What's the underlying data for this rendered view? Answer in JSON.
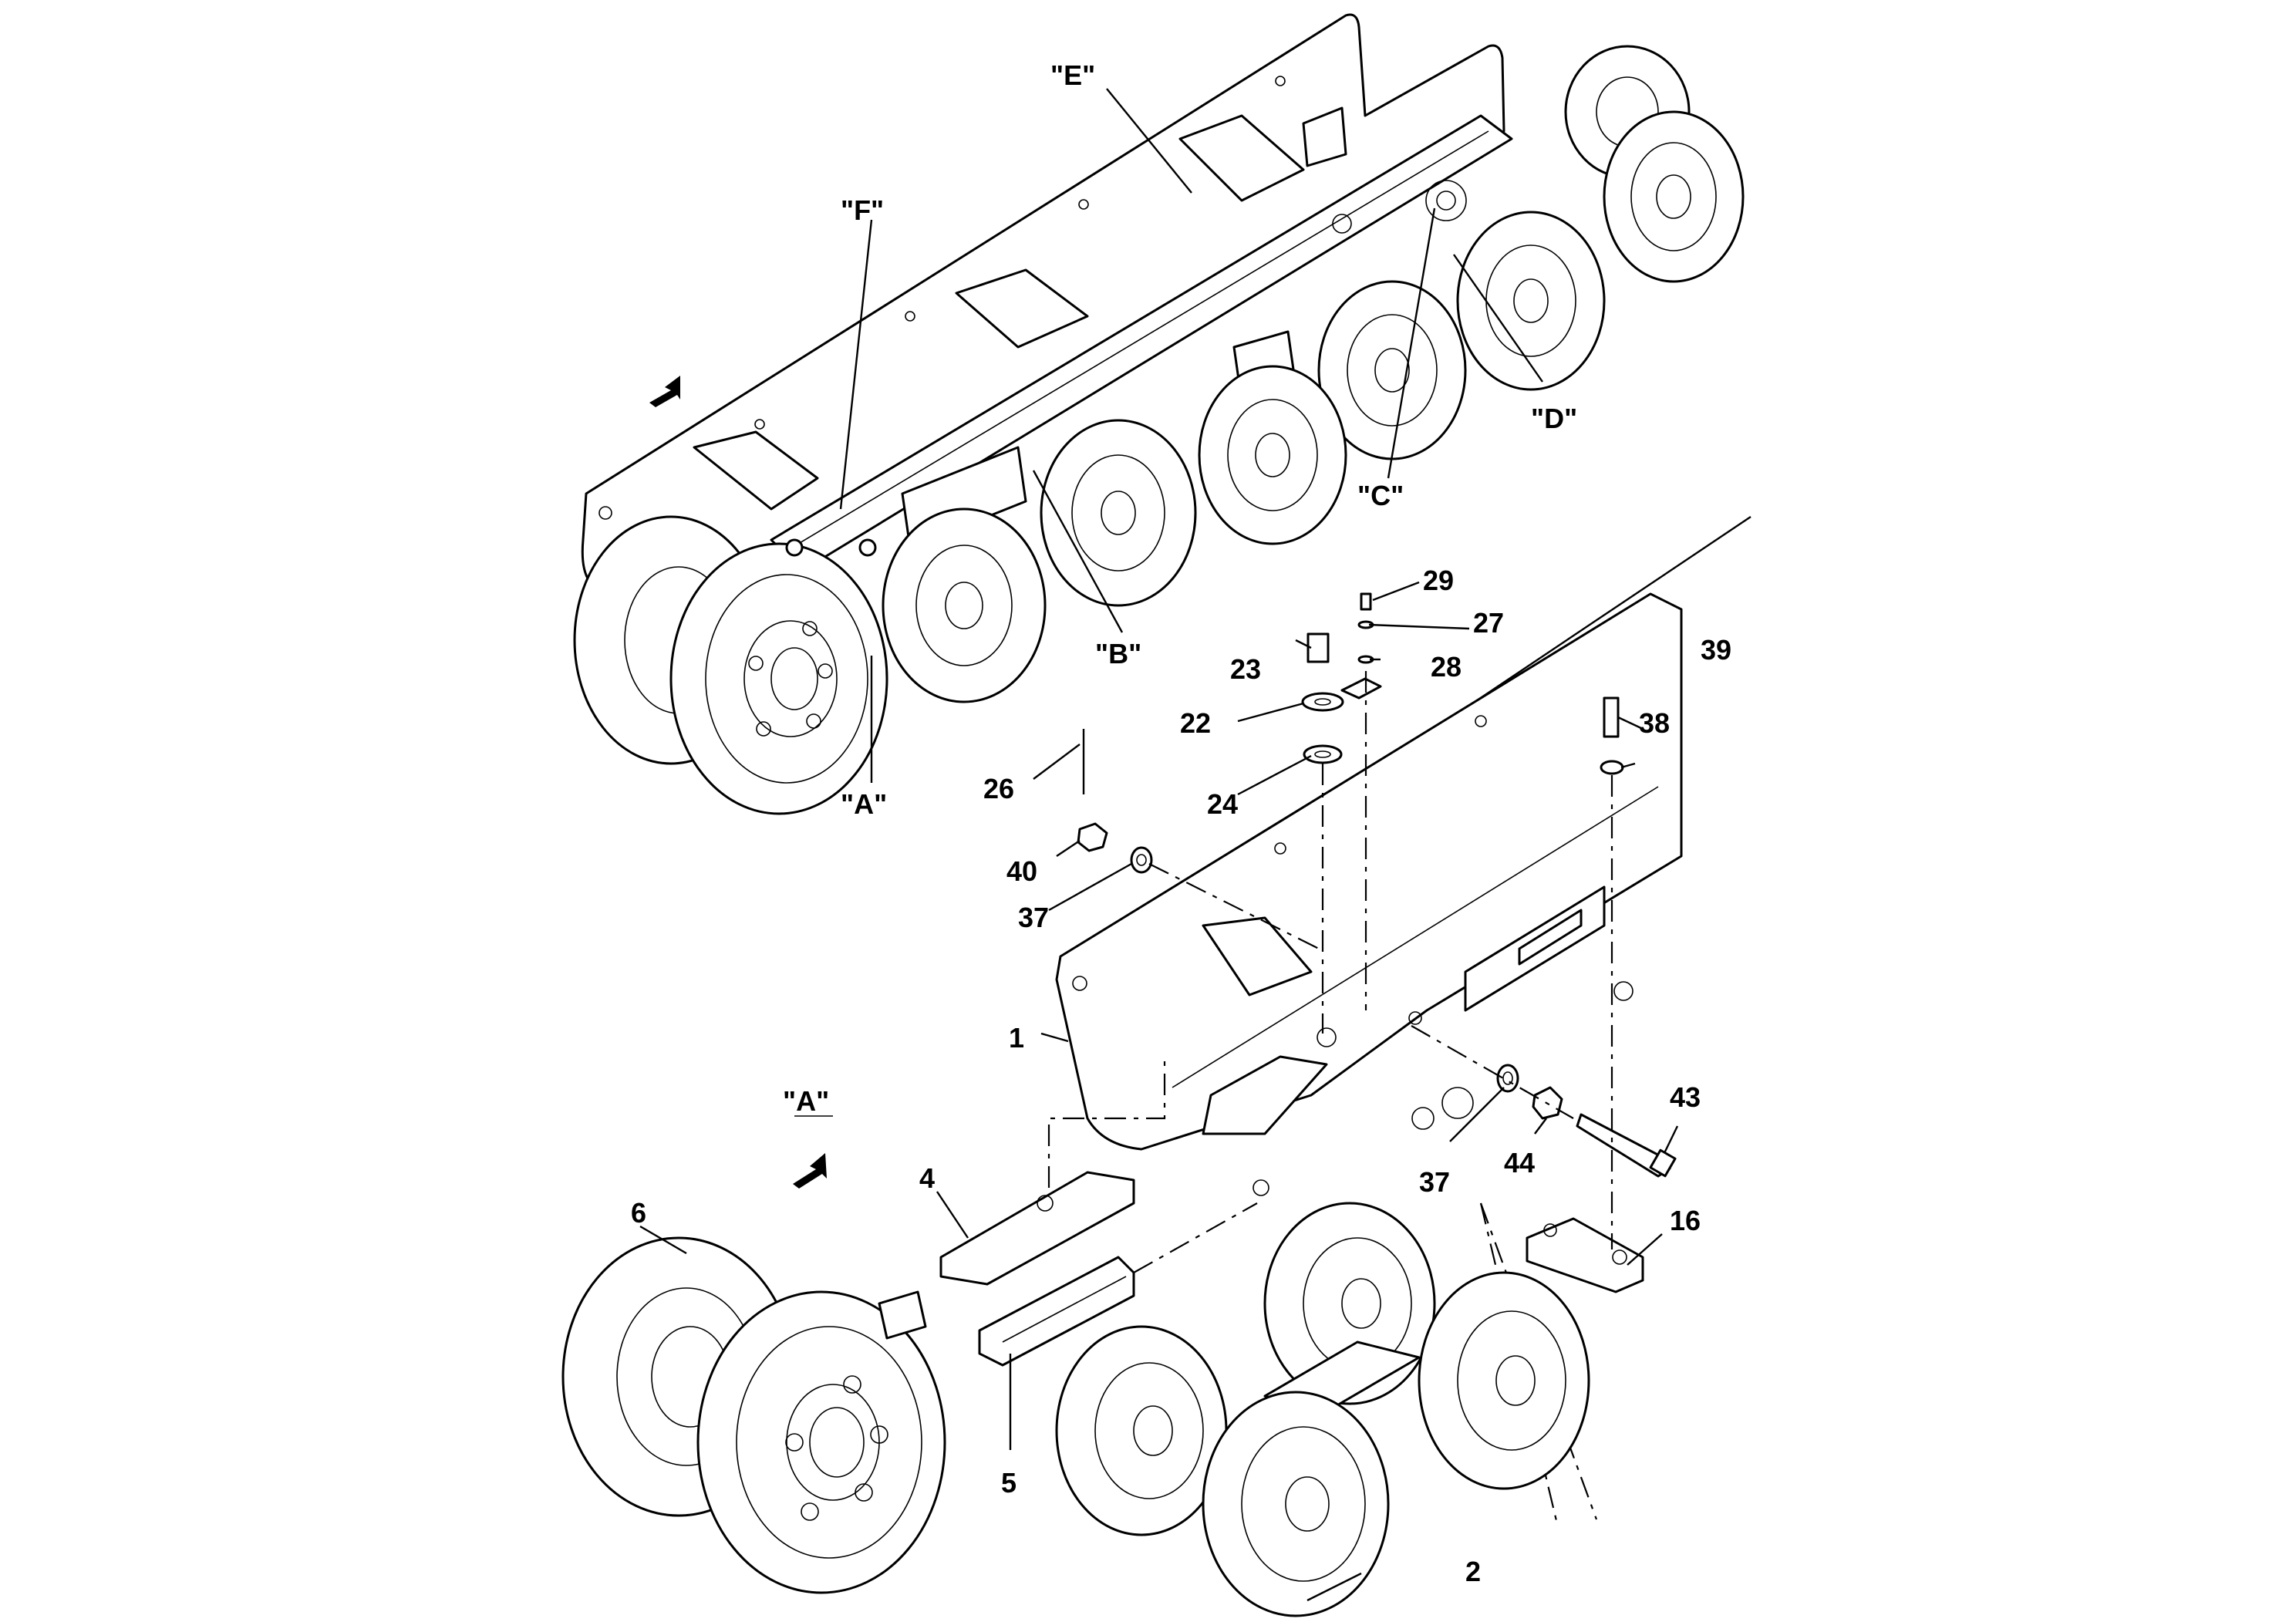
{
  "view_labels": {
    "A": "\"A\"",
    "B": "\"B\"",
    "C": "\"C\"",
    "D": "\"D\"",
    "E": "\"E\"",
    "F": "\"F\"",
    "detail_A": "\"A\""
  },
  "callouts": {
    "p1": "1",
    "p2": "2",
    "p4": "4",
    "p5": "5",
    "p6": "6",
    "p16": "16",
    "p22": "22",
    "p23": "23",
    "p24": "24",
    "p26": "26",
    "p27": "27",
    "p28": "28",
    "p29": "29",
    "p37a": "37",
    "p37b": "37",
    "p38": "38",
    "p39": "39",
    "p40": "40",
    "p43": "43",
    "p44": "44"
  },
  "icons": [
    "direction-arrow-icon",
    "direction-arrow-icon"
  ]
}
